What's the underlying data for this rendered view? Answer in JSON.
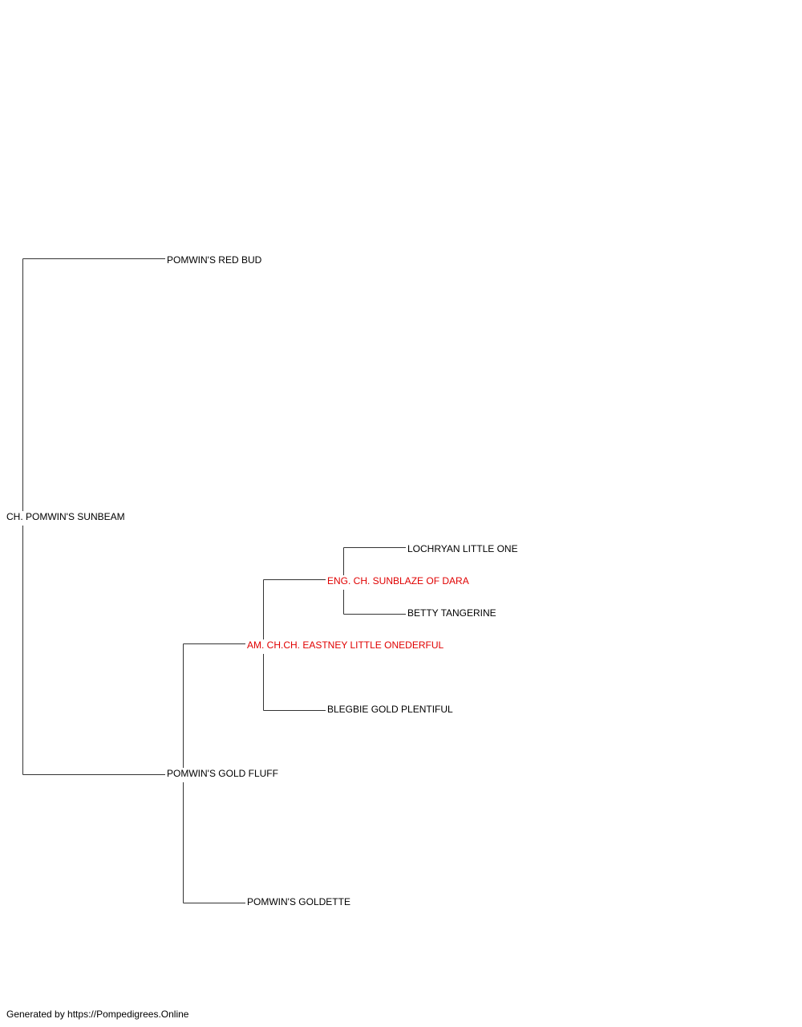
{
  "pedigree": {
    "subject": {
      "name": "CH. POMWIN'S SUNBEAM"
    },
    "sire": {
      "name": "POMWIN'S RED BUD"
    },
    "dam": {
      "name": "POMWIN'S GOLD FLUFF"
    },
    "dam_sire": {
      "name": "AM. CH.CH. EASTNEY LITTLE ONEDERFUL"
    },
    "dam_dam": {
      "name": "POMWIN'S GOLDETTE"
    },
    "dam_sire_sire": {
      "name": "ENG. CH. SUNBLAZE OF DARA"
    },
    "dam_sire_dam": {
      "name": "BLEGBIE GOLD PLENTIFUL"
    },
    "dam_sire_sire_sire": {
      "name": "LOCHRYAN LITTLE ONE"
    },
    "dam_sire_sire_dam": {
      "name": "BETTY TANGERINE"
    }
  },
  "colors": {
    "normal_text": "#000000",
    "highlight_text": "#e00000",
    "line": "#333333"
  },
  "footer": {
    "text": "Generated by https://Pompedigrees.Online"
  }
}
